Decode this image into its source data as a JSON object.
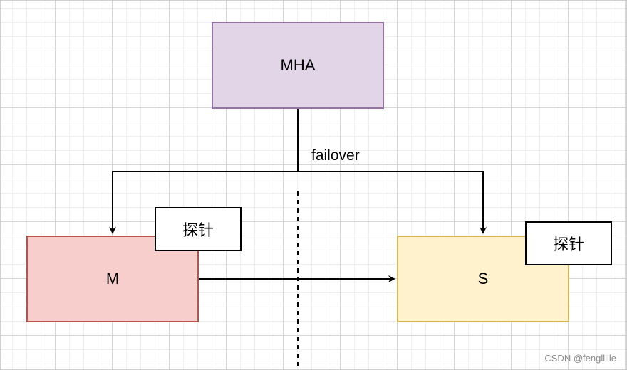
{
  "nodes": {
    "mha": "MHA",
    "master": "M",
    "slave": "S",
    "probe_master": "探针",
    "probe_slave": "探针"
  },
  "edges": {
    "failover_label": "failover"
  },
  "watermark": "CSDN @fengllllle",
  "colors": {
    "mha_fill": "#e1d5e7",
    "mha_stroke": "#9673a6",
    "master_fill": "#f8cecc",
    "master_stroke": "#b85450",
    "slave_fill": "#fff2cc",
    "slave_stroke": "#d6b656"
  }
}
